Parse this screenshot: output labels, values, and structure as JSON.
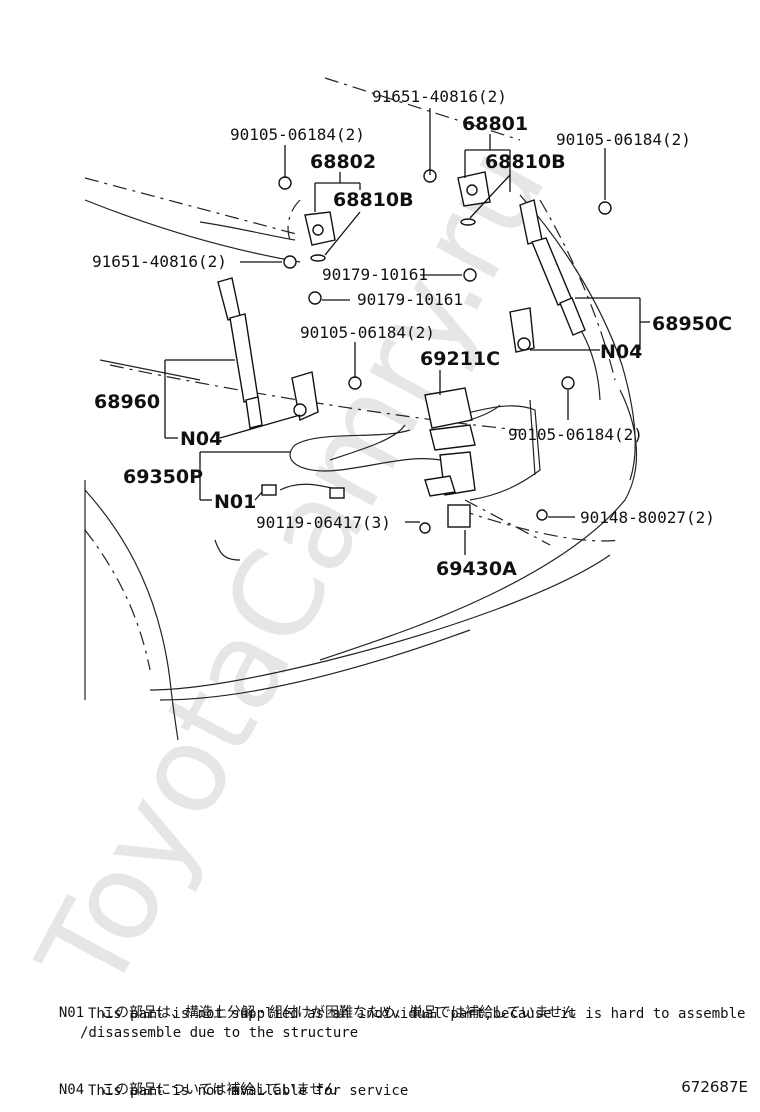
{
  "watermark": "ToyotaCamry.ru",
  "callouts": {
    "c1": "91651-40816(2)",
    "c2": "68801",
    "c3": "90105-06184(2)",
    "c4": "68802",
    "c5": "68810B",
    "c6": "90105-06184(2)",
    "c7": "68810B",
    "c8": "91651-40816(2)",
    "c9": "90179-10161",
    "c10": "90179-10161",
    "c11": "68950C",
    "c12": "90105-06184(2)",
    "c13": "N04",
    "c14": "69211C",
    "c15": "68960",
    "c16": "90105-06184(2)",
    "c17": "N04",
    "c18": "69350P",
    "c19": "N01",
    "c20": "90119-06417(3)",
    "c21": "90148-80027(2)",
    "c22": "69430A"
  },
  "notes": {
    "n01_code": "N01",
    "n01_jp": "この部品は、構造上分解・組付けが困難なため、単品では補給していません",
    "n01_en1": "This part is not supplied as an individual part,because it is hard to assemble",
    "n01_en2": "/disassemble due to the structure",
    "n04_code": "N04",
    "n04_jp": "この部品については補給していません",
    "n04_en": "This part is not available for service"
  },
  "diagram_id": "672687E"
}
